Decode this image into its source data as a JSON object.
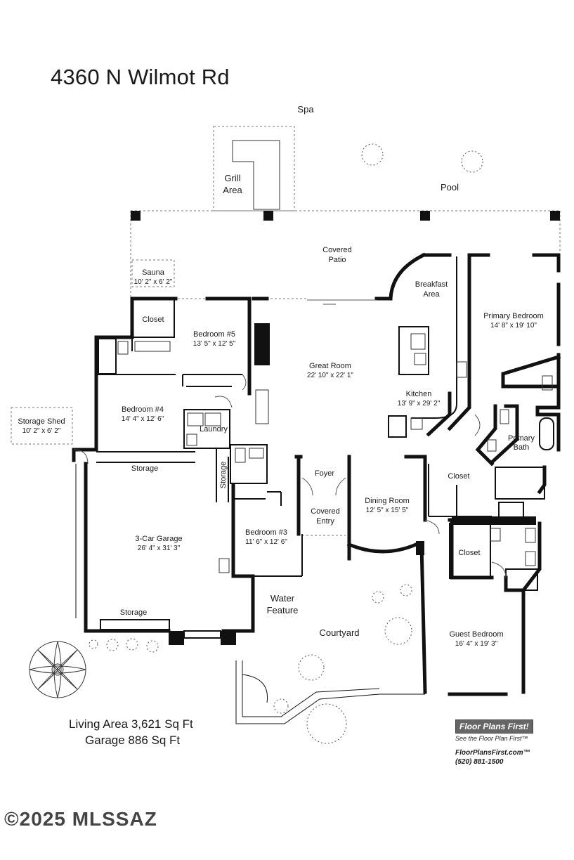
{
  "title": "4360 N Wilmot Rd",
  "areas": {
    "living": "Living Area 3,621 Sq Ft",
    "garage": "Garage 886 Sq Ft"
  },
  "outdoor": {
    "spa": "Spa",
    "pool": "Pool",
    "grill_line1": "Grill",
    "grill_line2": "Area",
    "patio_line1": "Covered",
    "patio_line2": "Patio",
    "water_line1": "Water",
    "water_line2": "Feature",
    "courtyard": "Courtyard"
  },
  "rooms": {
    "sauna": {
      "name": "Sauna",
      "dims": "10' 2\" x 6' 2\""
    },
    "storage_shed": {
      "name": "Storage Shed",
      "dims": "10' 2\" x 6' 2\""
    },
    "closet_nw": {
      "name": "Closet"
    },
    "bedroom5": {
      "name": "Bedroom #5",
      "dims": "13' 5\" x 12' 5\""
    },
    "great_room": {
      "name": "Great Room",
      "dims": "22' 10\" x 22' 1\""
    },
    "breakfast": {
      "name1": "Breakfast",
      "name2": "Area"
    },
    "kitchen": {
      "name": "Kitchen",
      "dims": "13' 9\" x 29' 2\""
    },
    "primary_bedroom": {
      "name": "Primary Bedroom",
      "dims": "14' 8\" x 19' 10\""
    },
    "primary_bath": {
      "name1": "Primary",
      "name2": "Bath"
    },
    "bedroom4": {
      "name": "Bedroom #4",
      "dims": "14' 4\" x 12' 6\""
    },
    "laundry": {
      "name": "Laundry"
    },
    "storage_west": {
      "name": "Storage"
    },
    "storage_vertical": {
      "name": "Storage"
    },
    "storage_garage": {
      "name": "Storage"
    },
    "foyer": {
      "name": "Foyer"
    },
    "covered_entry": {
      "name1": "Covered",
      "name2": "Entry"
    },
    "dining": {
      "name": "Dining Room",
      "dims": "12' 5\" x 15' 5\""
    },
    "closet_mid": {
      "name": "Closet"
    },
    "closet_guest": {
      "name": "Closet"
    },
    "garage": {
      "name": "3-Car Garage",
      "dims": "26' 4\" x 31' 3\""
    },
    "bedroom3": {
      "name": "Bedroom #3",
      "dims": "11' 6\" x 12' 6\""
    },
    "guest_bedroom": {
      "name": "Guest Bedroom",
      "dims": "16' 4\" x 19' 3\""
    }
  },
  "brand": {
    "name": "Floor Plans First!",
    "tagline": "See the Floor Plan First™",
    "url": "FloorPlansFirst.com™",
    "phone": "(520) 881-1500"
  },
  "copyright": "©2025 MLSSAZ"
}
